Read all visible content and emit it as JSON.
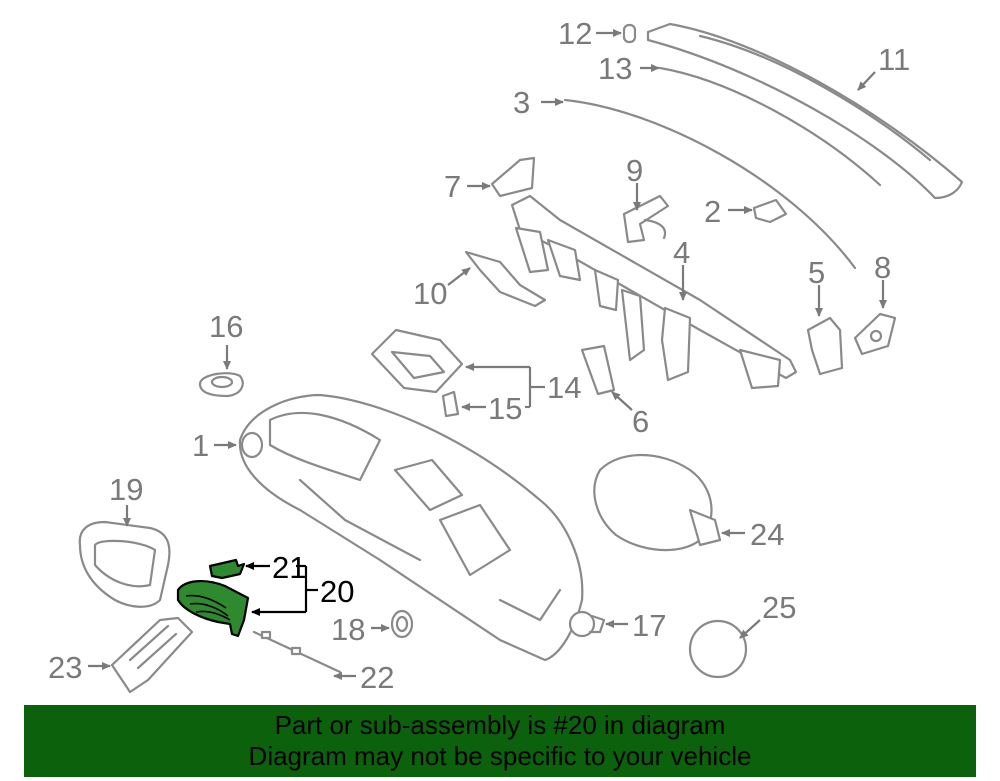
{
  "diagram": {
    "callouts": {
      "c1": "1",
      "c2": "2",
      "c3": "3",
      "c4": "4",
      "c5": "5",
      "c6": "6",
      "c7": "7",
      "c8": "8",
      "c9": "9",
      "c10": "10",
      "c11": "11",
      "c12": "12",
      "c13": "13",
      "c14": "14",
      "c15": "15",
      "c16": "16",
      "c17": "17",
      "c18": "18",
      "c19": "19",
      "c20": "20",
      "c21": "21",
      "c22": "22",
      "c23": "23",
      "c24": "24",
      "c25": "25"
    },
    "highlighted_part": "20",
    "highlight_color": "#2f8a2f",
    "line_color": "#8a8a8a"
  },
  "banner": {
    "line1": "Part or sub-assembly is #20 in diagram",
    "line2": "Diagram may not be specific to your vehicle",
    "background": "#0c610c"
  }
}
